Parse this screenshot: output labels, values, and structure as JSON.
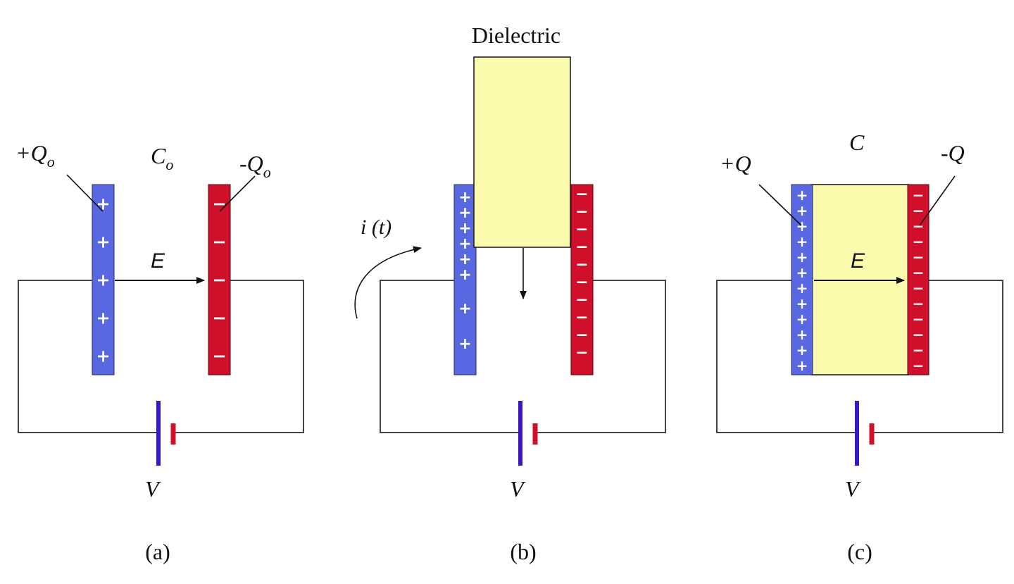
{
  "panel_a": {
    "charge_pos": "+Q",
    "charge_pos_sub": "o",
    "charge_neg": "-Q",
    "charge_neg_sub": "o",
    "cap_label": "C",
    "cap_sub": "o",
    "field_label": "E",
    "battery_label": "V",
    "caption": "(a)",
    "pos_count": 5,
    "neg_count": 5
  },
  "panel_b": {
    "dielectric_label": "Dielectric",
    "current_label": "i (t)",
    "battery_label": "V",
    "caption": "(b)",
    "pos_count": 8,
    "neg_count": 10
  },
  "panel_c": {
    "charge_pos": "+Q",
    "charge_neg": "-Q",
    "cap_label": "C",
    "field_label": "E",
    "battery_label": "V",
    "caption": "(c)",
    "pos_count": 12,
    "neg_count": 12
  },
  "colors": {
    "positive_plate": "#5868e0",
    "negative_plate": "#d0102a",
    "dielectric": "#fbfbae",
    "battery_long": "#3a18c8",
    "battery_short": "#d0102a"
  }
}
